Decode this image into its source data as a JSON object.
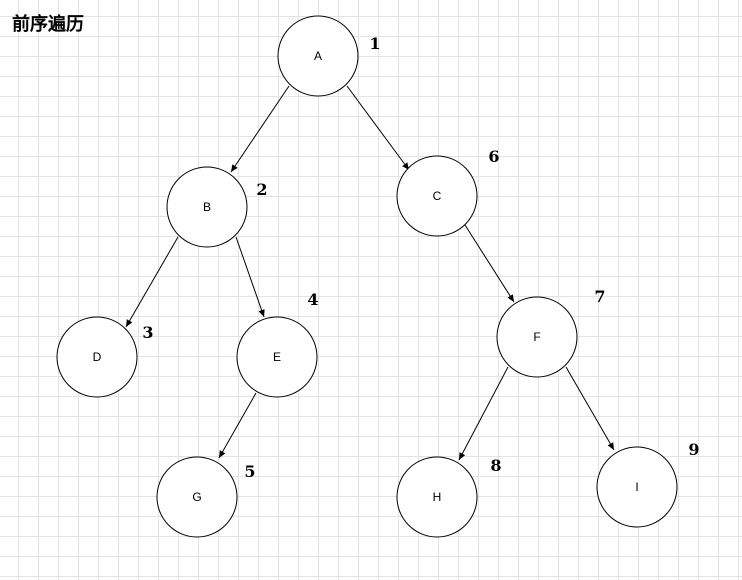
{
  "title": "前序遍历",
  "nodes": [
    {
      "id": "A",
      "label": "A",
      "order": "1"
    },
    {
      "id": "B",
      "label": "B",
      "order": "2"
    },
    {
      "id": "C",
      "label": "C",
      "order": "6"
    },
    {
      "id": "D",
      "label": "D",
      "order": "3"
    },
    {
      "id": "E",
      "label": "E",
      "order": "4"
    },
    {
      "id": "F",
      "label": "F",
      "order": "7"
    },
    {
      "id": "G",
      "label": "G",
      "order": "5"
    },
    {
      "id": "H",
      "label": "H",
      "order": "8"
    },
    {
      "id": "I",
      "label": "I",
      "order": "9"
    }
  ],
  "edges": [
    {
      "from": "A",
      "to": "B"
    },
    {
      "from": "A",
      "to": "C"
    },
    {
      "from": "B",
      "to": "D"
    },
    {
      "from": "B",
      "to": "E"
    },
    {
      "from": "C",
      "to": "F"
    },
    {
      "from": "E",
      "to": "G"
    },
    {
      "from": "F",
      "to": "H"
    },
    {
      "from": "F",
      "to": "I"
    }
  ]
}
